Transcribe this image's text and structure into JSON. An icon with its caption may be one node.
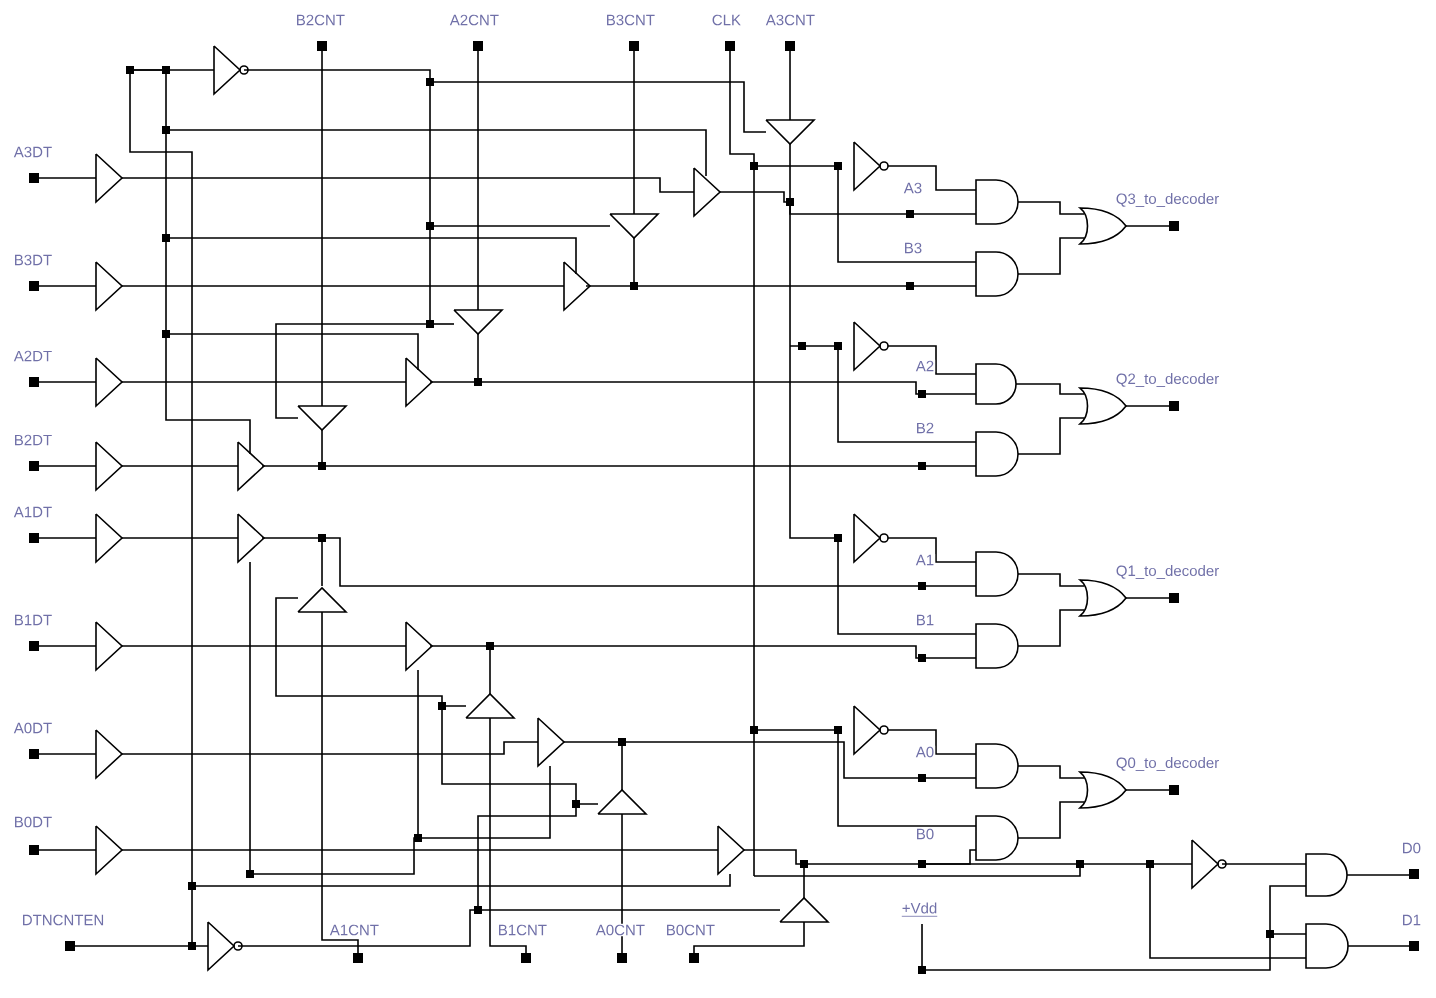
{
  "diagram": {
    "labels": [
      "B2CNT",
      "A2CNT",
      "B3CNT",
      "CLK",
      "A3CNT",
      "A3DT",
      "A3",
      "Q3_to_decoder",
      "B3DT",
      "B3",
      "A2DT",
      "Q2_to_decoder",
      "A2",
      "B2DT",
      "B2",
      "A1DT",
      "A1",
      "Q1_to_decoder",
      "B1DT",
      "B1",
      "A0DT",
      "A0",
      "Q0_to_decoder",
      "B0DT",
      "B0",
      "D0",
      "DTNCNTEN",
      "+Vdd",
      "D1",
      "A1CNT",
      "B1CNT",
      "A0CNT",
      "B0CNT"
    ]
  }
}
